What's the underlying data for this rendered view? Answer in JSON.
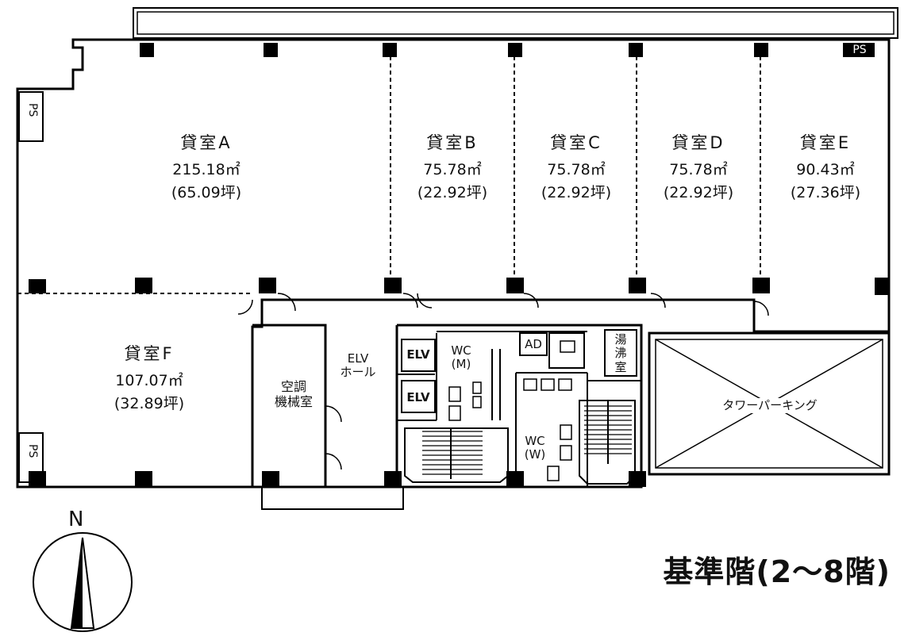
{
  "title": "基準階(2〜8階)",
  "north_label": "N",
  "rooms": [
    {
      "name": "貸室A",
      "area": "215.18㎡",
      "tsubo": "(65.09坪)"
    },
    {
      "name": "貸室B",
      "area": "75.78㎡",
      "tsubo": "(22.92坪)"
    },
    {
      "name": "貸室C",
      "area": "75.78㎡",
      "tsubo": "(22.92坪)"
    },
    {
      "name": "貸室D",
      "area": "75.78㎡",
      "tsubo": "(22.92坪)"
    },
    {
      "name": "貸室E",
      "area": "90.43㎡",
      "tsubo": "(27.36坪)"
    },
    {
      "name": "貸室F",
      "area": "107.07㎡",
      "tsubo": "(32.89坪)"
    }
  ],
  "labels": {
    "ps": "PS",
    "elv_hall_1": "ELV",
    "elv_hall_2": "ホール",
    "elv": "ELV",
    "wc_m_1": "WC",
    "wc_m_2": "(M)",
    "wc_w_1": "WC",
    "wc_w_2": "(W)",
    "ad": "AD",
    "kuchou_1": "空調",
    "kuchou_2": "機械室",
    "yuwakashi_1": "湯",
    "yuwakashi_2": "沸",
    "yuwakashi_3": "室",
    "tower_parking": "タワーパーキング"
  }
}
